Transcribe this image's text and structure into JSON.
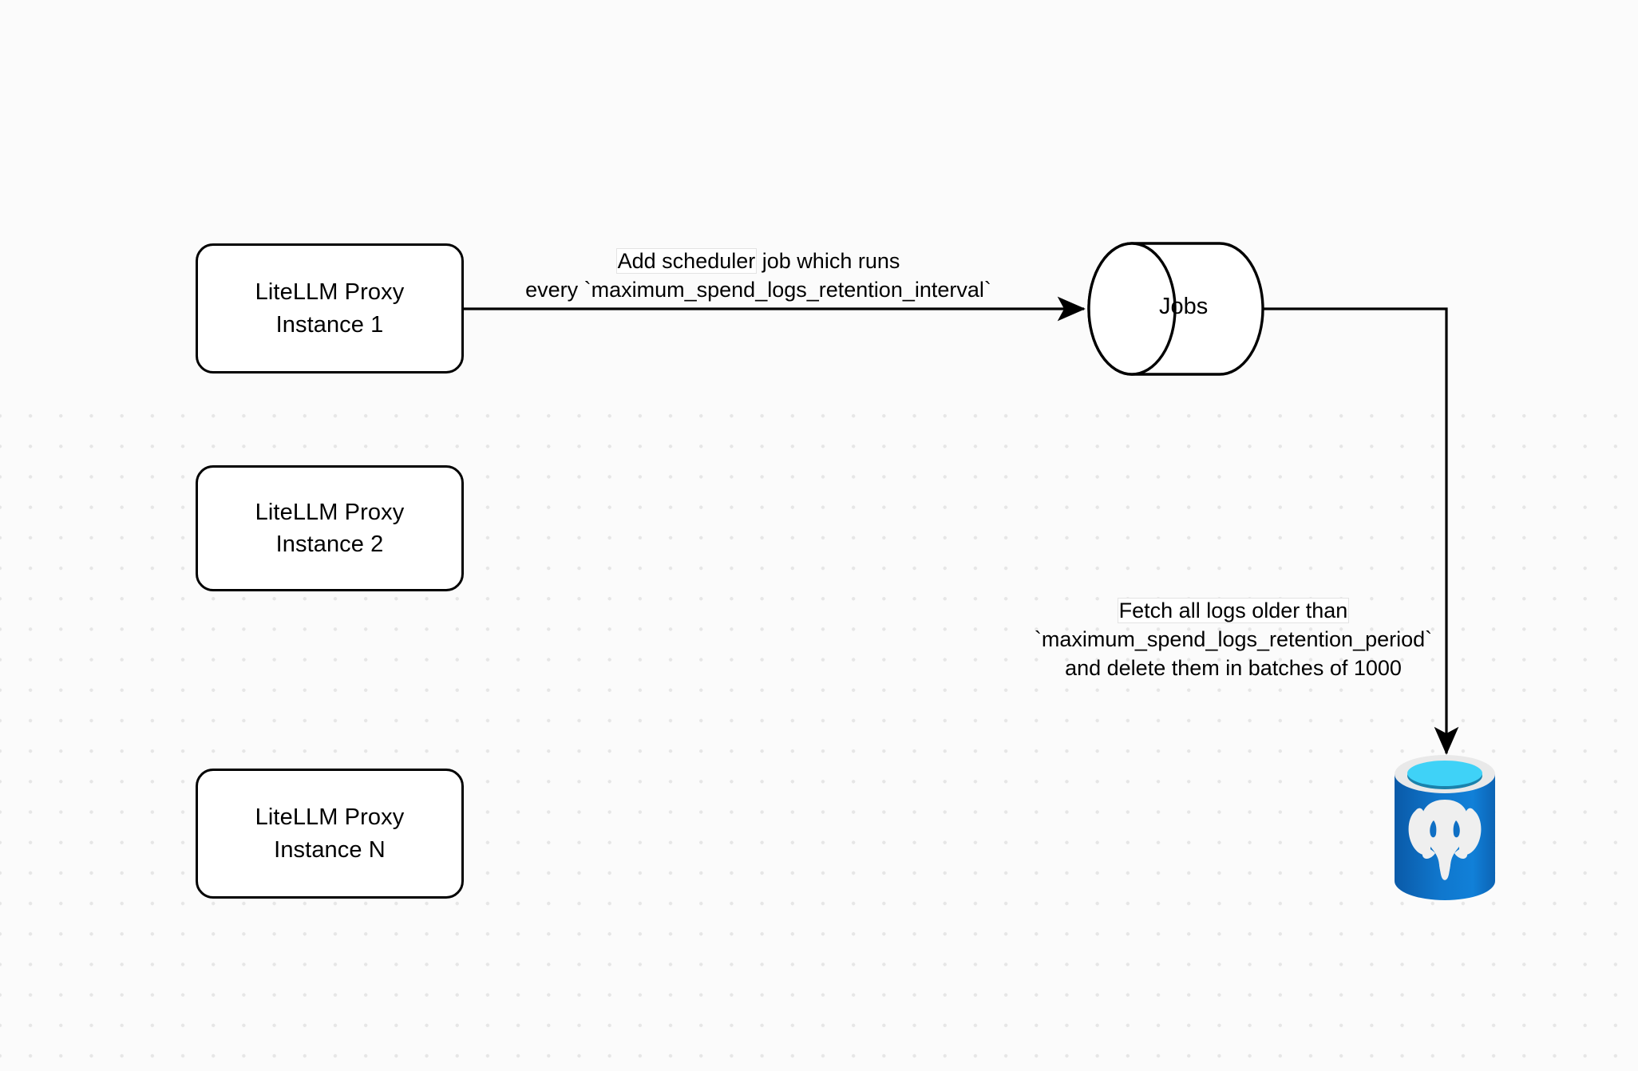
{
  "diagram": {
    "title": "LiteLLM Spend Logs Retention Flow",
    "background_color": "#fbfbfb",
    "grid_dot_color": "#e6e6e6",
    "stroke_color": "#000000"
  },
  "nodes": {
    "proxy_1": {
      "line1": "LiteLLM Proxy",
      "line2": "Instance 1",
      "text": "LiteLLM Proxy\nInstance 1"
    },
    "proxy_2": {
      "line1": "LiteLLM Proxy",
      "line2": "Instance 2",
      "text": "LiteLLM Proxy\nInstance 2"
    },
    "proxy_3": {
      "line1": "LiteLLM Proxy",
      "line2": "Instance N",
      "text": "LiteLLM Proxy\nInstance N"
    },
    "jobs": {
      "label": "Jobs",
      "shape": "cylinder-horizontal"
    },
    "database": {
      "icon": "postgresql-database-icon",
      "brand_blue_dark": "#0a5aa8",
      "brand_blue_light": "#1180d8",
      "top_cyan": "#3fd2f7",
      "rim_gray": "#e9e9e9",
      "inner_teal": "#1a82ac",
      "elephant_color": "#efefef"
    }
  },
  "edges": {
    "scheduler": {
      "line1": "Add scheduler",
      "line1_rest": " job which runs",
      "line2": "every `maximum_spend_logs_retention_interval`",
      "from": "proxy_1",
      "to": "jobs"
    },
    "fetch": {
      "line1": "Fetch all logs older than",
      "line2": "`maximum_spend_logs_retention_period`",
      "line3": "and delete them in batches of 1000",
      "from": "jobs",
      "to": "database"
    }
  }
}
